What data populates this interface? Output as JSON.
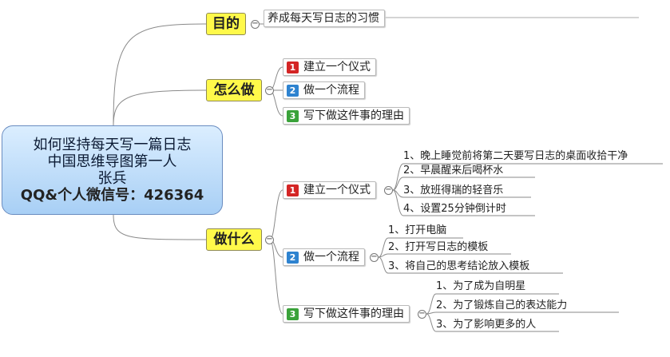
{
  "root": {
    "line1": "如何坚持每天写一篇日志",
    "line2": "中国思维导图第一人",
    "line3": "张兵",
    "line4": "QQ&个人微信号：426364"
  },
  "branches": [
    {
      "label": "目的",
      "children": [
        {
          "label": "养成每天写日志的习惯"
        }
      ]
    },
    {
      "label": "怎么做",
      "children": [
        {
          "num": "1",
          "label": "建立一个仪式"
        },
        {
          "num": "2",
          "label": "做一个流程"
        },
        {
          "num": "3",
          "label": "写下做这件事的理由"
        }
      ]
    },
    {
      "label": "做什么",
      "children": [
        {
          "num": "1",
          "label": "建立一个仪式",
          "leaves": [
            "1、晚上睡觉前将第二天要写日志的桌面收拾干净",
            "2、早晨醒来后喝杯水",
            "3、放班得瑞的轻音乐",
            "4、设置25分钟倒计时"
          ]
        },
        {
          "num": "2",
          "label": "做一个流程",
          "leaves": [
            "1、打开电脑",
            "2、打开写日志的模板",
            "3、将自己的思考结论放入模板"
          ]
        },
        {
          "num": "3",
          "label": "写下做这件事的理由",
          "leaves": [
            "1、为了成为自明星",
            "2、为了锻炼自己的表达能力",
            "3、为了影响更多的人"
          ]
        }
      ]
    }
  ],
  "colors": {
    "root_fill": "#a8cff5",
    "main_topic": "#fff94a",
    "num1": "#d42525",
    "num2": "#2e83d0",
    "num3": "#3aa23a"
  }
}
